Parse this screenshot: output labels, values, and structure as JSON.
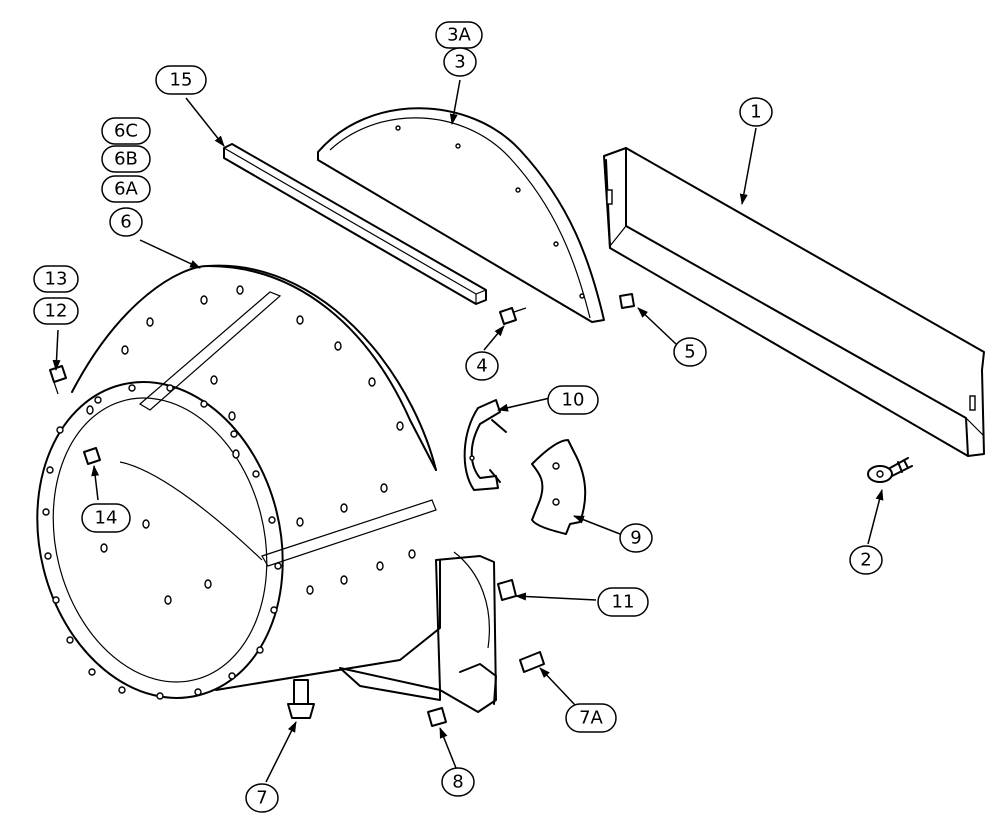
{
  "callouts": {
    "c1": "1",
    "c2": "2",
    "c3": "3",
    "c3a": "3A",
    "c4": "4",
    "c5": "5",
    "c6": "6",
    "c6a": "6A",
    "c6b": "6B",
    "c6c": "6C",
    "c7": "7",
    "c7a": "7A",
    "c8": "8",
    "c9": "9",
    "c10": "10",
    "c11": "11",
    "c12": "12",
    "c13": "13",
    "c14": "14",
    "c15": "15"
  }
}
